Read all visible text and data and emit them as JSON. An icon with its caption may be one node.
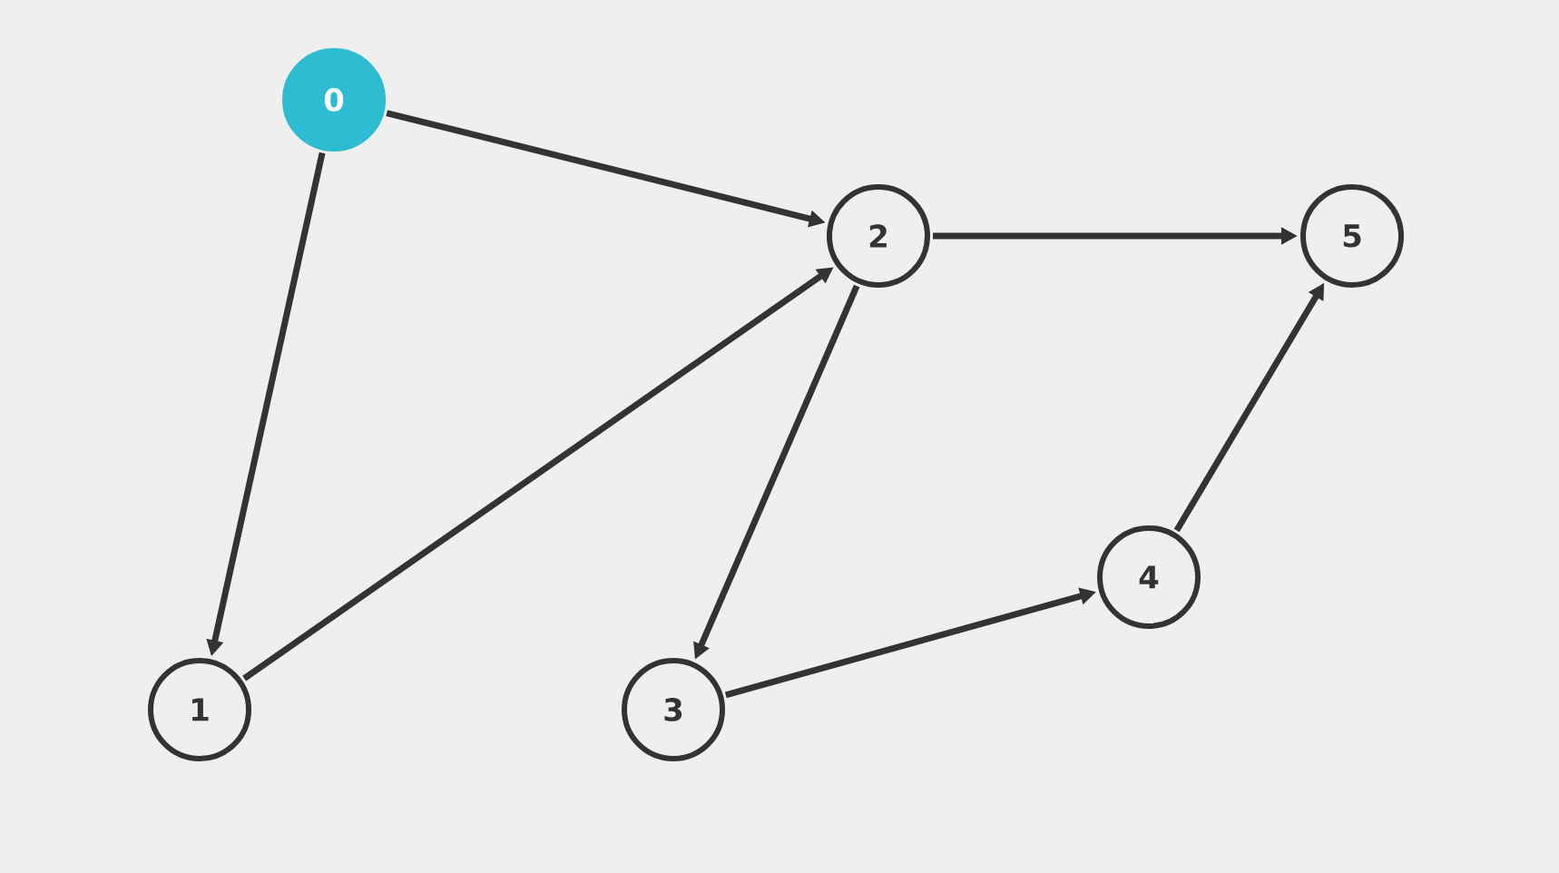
{
  "diagram": {
    "nodes": [
      {
        "text": [
          "0"
        ]
      },
      {
        "text": [
          "1"
        ]
      },
      {
        "text": [
          "2"
        ]
      },
      {
        "text": [
          "3"
        ]
      },
      {
        "text": [
          "4"
        ]
      },
      {
        "text": [
          "5"
        ]
      }
    ],
    "edges": [
      {
        "from": 0,
        "to": 2,
        "arrow": "to"
      },
      {
        "from": 0,
        "to": 1,
        "arrow": "to"
      },
      {
        "from": 1,
        "to": 2,
        "arrow": "to"
      },
      {
        "from": 2,
        "to": 5,
        "arrow": "to"
      },
      {
        "from": 2,
        "to": 3,
        "arrow": "to"
      },
      {
        "from": 3,
        "to": 4,
        "arrow": "to"
      },
      {
        "from": 4,
        "to": 5,
        "arrow": "to"
      }
    ]
  }
}
